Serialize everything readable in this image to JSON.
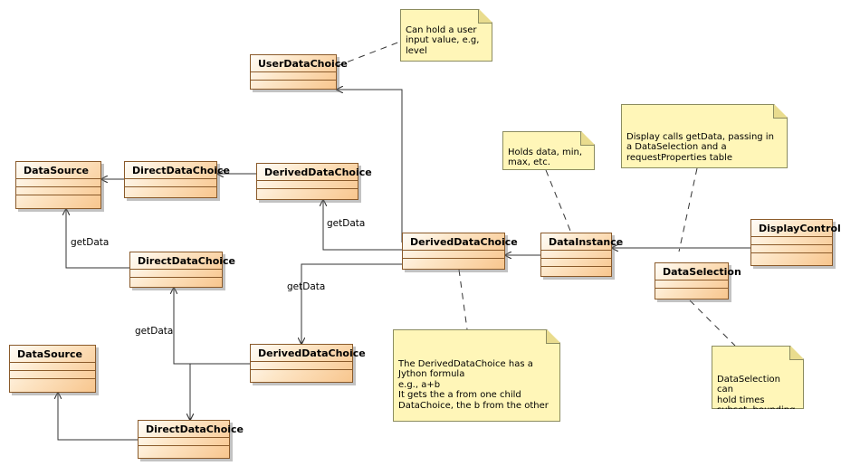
{
  "classes": {
    "user_data_choice": "UserDataChoice",
    "data_source_top": "DataSource",
    "direct_data_choice_1": "DirectDataChoice",
    "derived_data_choice_1": "DerivedDataChoice",
    "direct_data_choice_2": "DirectDataChoice",
    "derived_data_choice_main": "DerivedDataChoice",
    "data_instance": "DataInstance",
    "display_control": "DisplayControl",
    "data_selection": "DataSelection",
    "derived_data_choice_2": "DerivedDataChoice",
    "data_source_bottom": "DataSource",
    "direct_data_choice_3": "DirectDataChoice"
  },
  "notes": {
    "user_input": "Can hold a user\ninput value, e.g,\nlevel",
    "holds_data": "Holds data, min,\nmax, etc.",
    "display_calls": "Display calls getData, passing in\na DataSelection and a\nrequestProperties table",
    "derived_formula": "The DerivedDataChoice has a\nJython formula\ne.g., a+b\nIt gets the a from one child\nDataChoice, the b from the other",
    "data_selection_note": "DataSelection can\nhold times\nsubset, bounding\nbox, levels, etc."
  },
  "labels": {
    "get_data_1": "getData",
    "get_data_2": "getData",
    "get_data_3": "getData",
    "get_data_4": "getData"
  },
  "colors": {
    "class_border": "#8a5a2a",
    "class_fill": "#f8c68e",
    "note_fill": "#fff6b8",
    "line": "#333333"
  }
}
